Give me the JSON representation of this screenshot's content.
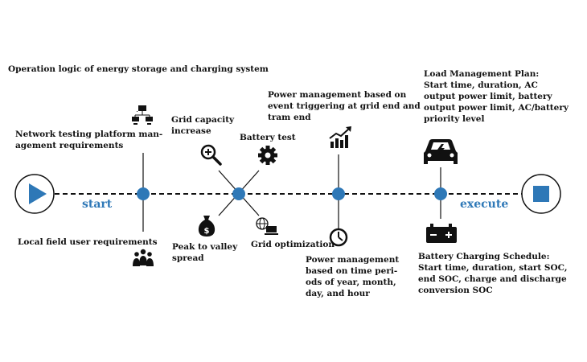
{
  "title": "Operation logic of energy storage and charging system",
  "labels": {
    "start": "start",
    "execute": "execute",
    "network_req": "Network testing platform man-\nagement requirements",
    "local_req": "Local field user requirements",
    "grid_capacity": "Grid capacity\nincrease",
    "battery_test": "Battery test",
    "peak_valley": "Peak to valley\nspread",
    "grid_opt": "Grid optimization",
    "power_event": "Power management based on\nevent triggering at grid end and\ntram end",
    "power_time": "Power management\nbased on time peri-\nods of year, month,\nday, and hour",
    "load_plan": "Load Management Plan:\nStart time, duration, AC\noutput power limit, battery\noutput power limit, AC/battery\npriority level",
    "battery_sched": "Battery Charging Schedule:\nStart time, duration, start SOC,\nend SOC, charge and discharge\nconversion SOC"
  },
  "icons": {
    "play": "play-icon",
    "stop": "stop-icon",
    "network": "network-icon",
    "people": "people-icon",
    "magnifier": "magnifier-plus-icon",
    "gear": "gear-icon",
    "money": "money-bag-icon",
    "globe": "globe-computer-icon",
    "chart": "growth-chart-icon",
    "clock": "clock-icon",
    "car": "car-icon",
    "battery": "battery-icon"
  },
  "colors": {
    "accent": "#2e78b7",
    "line": "#111111"
  }
}
